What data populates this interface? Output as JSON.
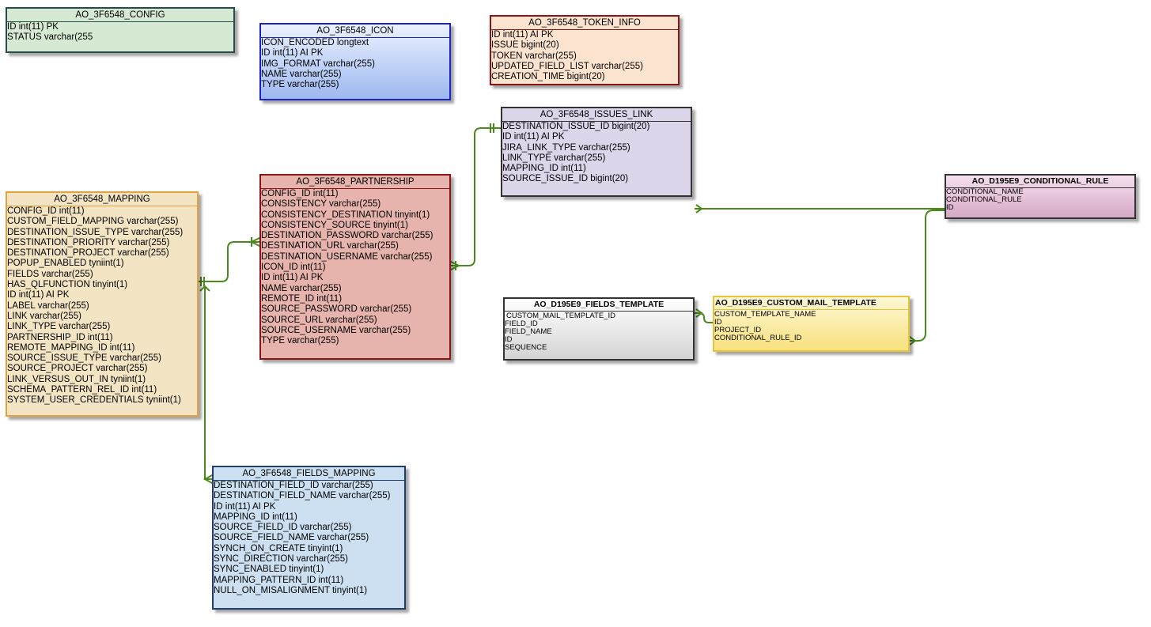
{
  "colors": {
    "link": "#4a8a1c"
  },
  "entities": {
    "config": {
      "title": "AO_3F6548_CONFIG",
      "fields": [
        "ID int(11) PK",
        "STATUS varchar(255"
      ]
    },
    "icon": {
      "title": "AO_3F6548_ICON",
      "fields": [
        "ICON_ENCODED longtext",
        "ID int(11) AI PK",
        "IMG_FORMAT varchar(255)",
        "NAME varchar(255)",
        "TYPE varchar(255)"
      ]
    },
    "token_info": {
      "title": "AO_3F6548_TOKEN_INFO",
      "fields": [
        "ID int(11) AI PK",
        "ISSUE bigint(20)",
        "TOKEN varchar(255)",
        "UPDATED_FIELD_LIST varchar(255)",
        "CREATION_TIME bigint(20)"
      ]
    },
    "issues_link": {
      "title": "AO_3F6548_ISSUES_LINK",
      "fields": [
        "DESTINATION_ISSUE_ID bigint(20)",
        "ID int(11) AI PK",
        "JIRA_LINK_TYPE varchar(255)",
        "LINK_TYPE varchar(255)",
        "MAPPING_ID int(11)",
        "SOURCE_ISSUE_ID bigint(20)"
      ]
    },
    "conditional_rule": {
      "title": "AO_D195E9_CONDITIONAL_RULE",
      "fields": [
        "CONDITIONAL_NAME",
        "CONDITIONAL_RULE",
        "ID"
      ]
    },
    "mapping": {
      "title": "AO_3F6548_MAPPING",
      "fields": [
        "CONFIG_ID int(11)",
        "CUSTOM_FIELD_MAPPING varchar(255)",
        "DESTINATION_ISSUE_TYPE varchar(255)",
        "DESTINATION_PRIORITY varchar(255)",
        "DESTINATION_PROJECT varchar(255)",
        "POPUP_ENABLED tyniint(1)",
        "FIELDS varchar(255)",
        "HAS_QLFUNCTION tinyint(1)",
        "ID int(11) AI PK",
        "LABEL varchar(255)",
        "LINK varchar(255)",
        "LINK_TYPE varchar(255)",
        "PARTNERSHIP_ID int(11)",
        "REMOTE_MAPPING_ID int(11)",
        "SOURCE_ISSUE_TYPE varchar(255)",
        "SOURCE_PROJECT varchar(255)",
        "LINK_VERSUS_OUT_IN tyniint(1)",
        "SCHEMA_PATTERN_REL_ID int(11)",
        "SYSTEM_USER_CREDENTIALS tyniint(1)"
      ]
    },
    "partnership": {
      "title": "AO_3F6548_PARTNERSHIP",
      "fields": [
        "CONFIG_ID int(11)",
        "CONSISTENCY varchar(255)",
        "CONSISTENCY_DESTINATION tinyint(1)",
        "CONSISTENCY_SOURCE tinyint(1)",
        "DESTINATION_PASSWORD varchar(255)",
        "DESTINATION_URL varchar(255)",
        "DESTINATION_USERNAME varchar(255)",
        "ICON_ID int(11)",
        "ID int(11) AI PK",
        "NAME varchar(255)",
        "REMOTE_ID int(11)",
        "SOURCE_PASSWORD varchar(255)",
        "SOURCE_URL varchar(255)",
        "SOURCE_USERNAME varchar(255)",
        "TYPE varchar(255)"
      ]
    },
    "fields_template": {
      "title": "AO_D195E9_FIELDS_TEMPLATE",
      "fields": [
        "CUSTOM_MAIL_TEMPLATE_ID",
        "FIELD_ID",
        "FIELD_NAME",
        "ID",
        "SEQUENCE"
      ]
    },
    "custom_mail_template": {
      "title": "AO_D195E9_CUSTOM_MAIL_TEMPLATE",
      "fields": [
        "CUSTOM_TEMPLATE_NAME",
        "ID",
        "PROJECT_ID",
        "CONDITIONAL_RULE_ID"
      ]
    },
    "fields_mapping": {
      "title": "AO_3F6548_FIELDS_MAPPING",
      "fields": [
        "DESTINATION_FIELD_ID varchar(255)",
        "DESTINATION_FIELD_NAME varchar(255)",
        "ID int(11) AI PK",
        "MAPPING_ID int(11)",
        "SOURCE_FIELD_ID varchar(255)",
        "SOURCE_FIELD_NAME varchar(255)",
        "SYNCH_ON_CREATE tinyint(1)",
        "SYNC_DIRECTION varchar(255)",
        "SYNC_ENABLED tinyint(1)",
        "MAPPING_PATTERN_ID int(11)",
        "NULL_ON_MISALIGNMENT tinyint(1)"
      ]
    }
  }
}
